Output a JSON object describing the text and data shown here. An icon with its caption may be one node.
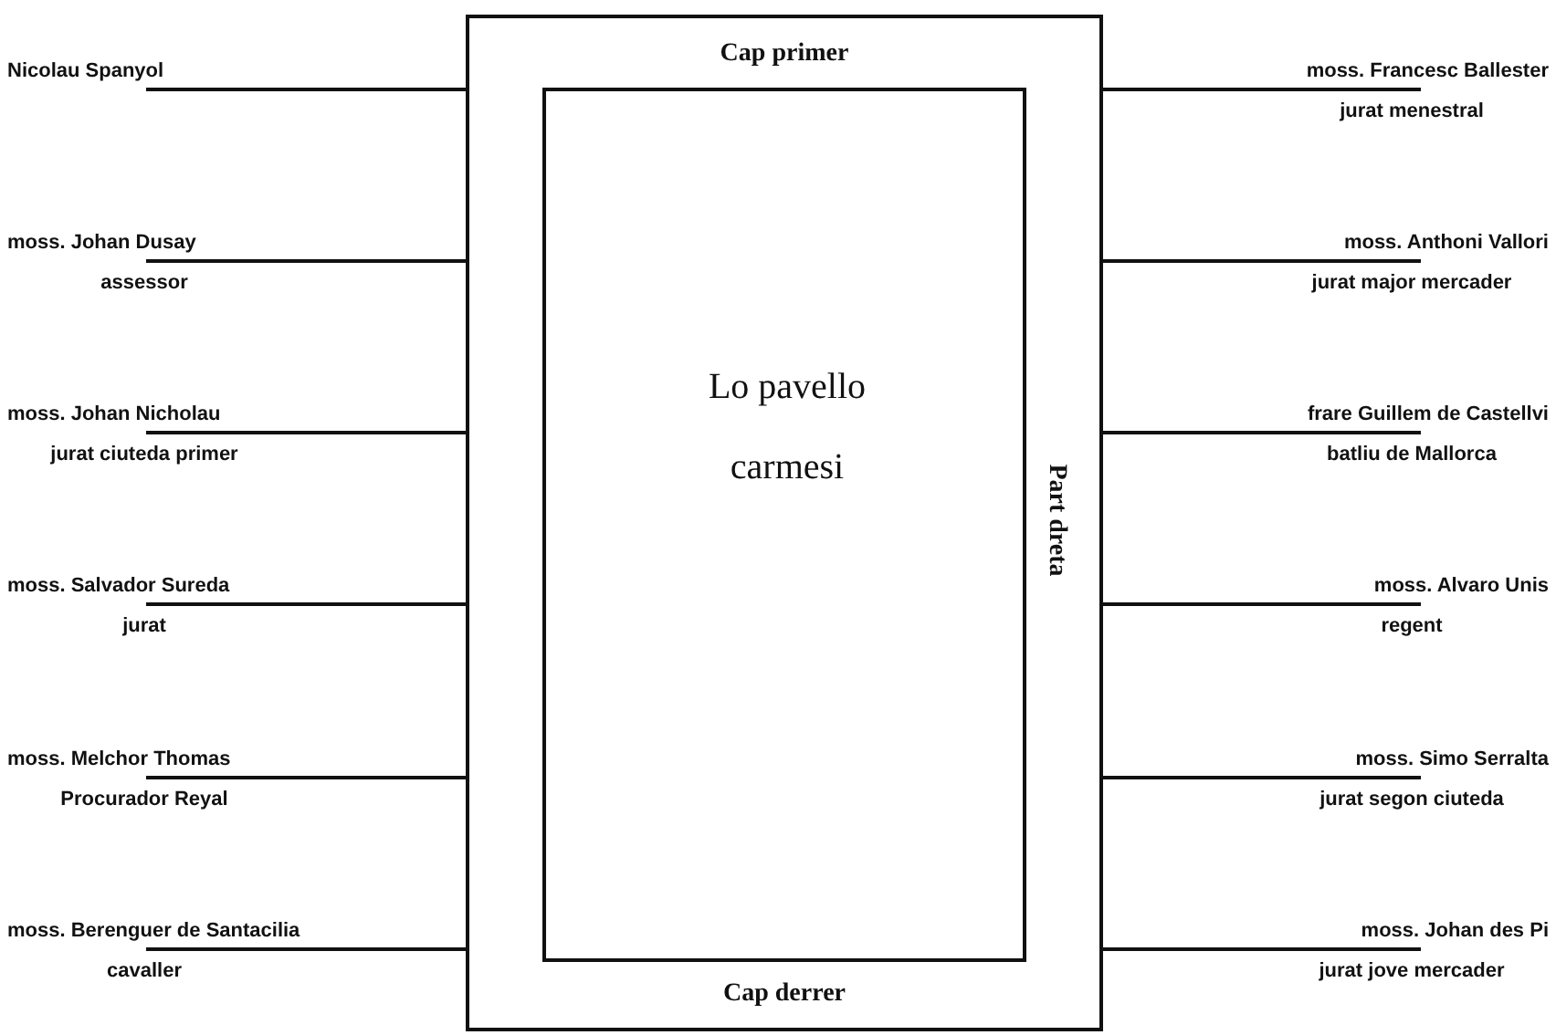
{
  "diagram": {
    "nodes": [
      {
        "text": [
          "Cap primer",
          "Part dreta",
          "Cap derrer"
        ]
      },
      {
        "text": [
          "Lo pavello carmesi"
        ],
        "in": 0
      },
      {
        "text": [
          "Nicolau Spanyol"
        ]
      },
      {
        "text": [
          "moss. Johan Dusay",
          "assessor"
        ]
      },
      {
        "text": [
          "moss. Johan Nicholau",
          "jurat ciuteda primer"
        ]
      },
      {
        "text": [
          "moss. Salvador Sureda",
          "jurat"
        ]
      },
      {
        "text": [
          "moss. Melchor Thomas",
          "Procurador Reyal"
        ]
      },
      {
        "text": [
          "moss. Berenguer de Santacilia",
          "cavaller"
        ]
      },
      {
        "text": [
          "moss. Francesc Ballester",
          "jurat menestral"
        ]
      },
      {
        "text": [
          "moss. Anthoni Vallori",
          "jurat major mercader"
        ]
      },
      {
        "text": [
          "frare Guillem de Castellvi",
          "batliu de Mallorca"
        ]
      },
      {
        "text": [
          "moss. Alvaro Unis",
          "regent"
        ]
      },
      {
        "text": [
          "moss. Simo Serralta",
          "jurat segon ciuteda"
        ]
      },
      {
        "text": [
          "moss. Johan des Pi",
          "jurat jove mercader"
        ]
      }
    ],
    "edges": [
      {
        "from": 2,
        "to": 0,
        "arrow": "none"
      },
      {
        "from": 3,
        "to": 0,
        "arrow": "none"
      },
      {
        "from": 4,
        "to": 0,
        "arrow": "none"
      },
      {
        "from": 5,
        "to": 0,
        "arrow": "none"
      },
      {
        "from": 6,
        "to": 0,
        "arrow": "none"
      },
      {
        "from": 7,
        "to": 0,
        "arrow": "none"
      },
      {
        "from": 8,
        "to": 0,
        "arrow": "none"
      },
      {
        "from": 9,
        "to": 0,
        "arrow": "none"
      },
      {
        "from": 10,
        "to": 0,
        "arrow": "none"
      },
      {
        "from": 11,
        "to": 0,
        "arrow": "none"
      },
      {
        "from": 12,
        "to": 0,
        "arrow": "none"
      },
      {
        "from": 13,
        "to": 0,
        "arrow": "none"
      }
    ]
  }
}
